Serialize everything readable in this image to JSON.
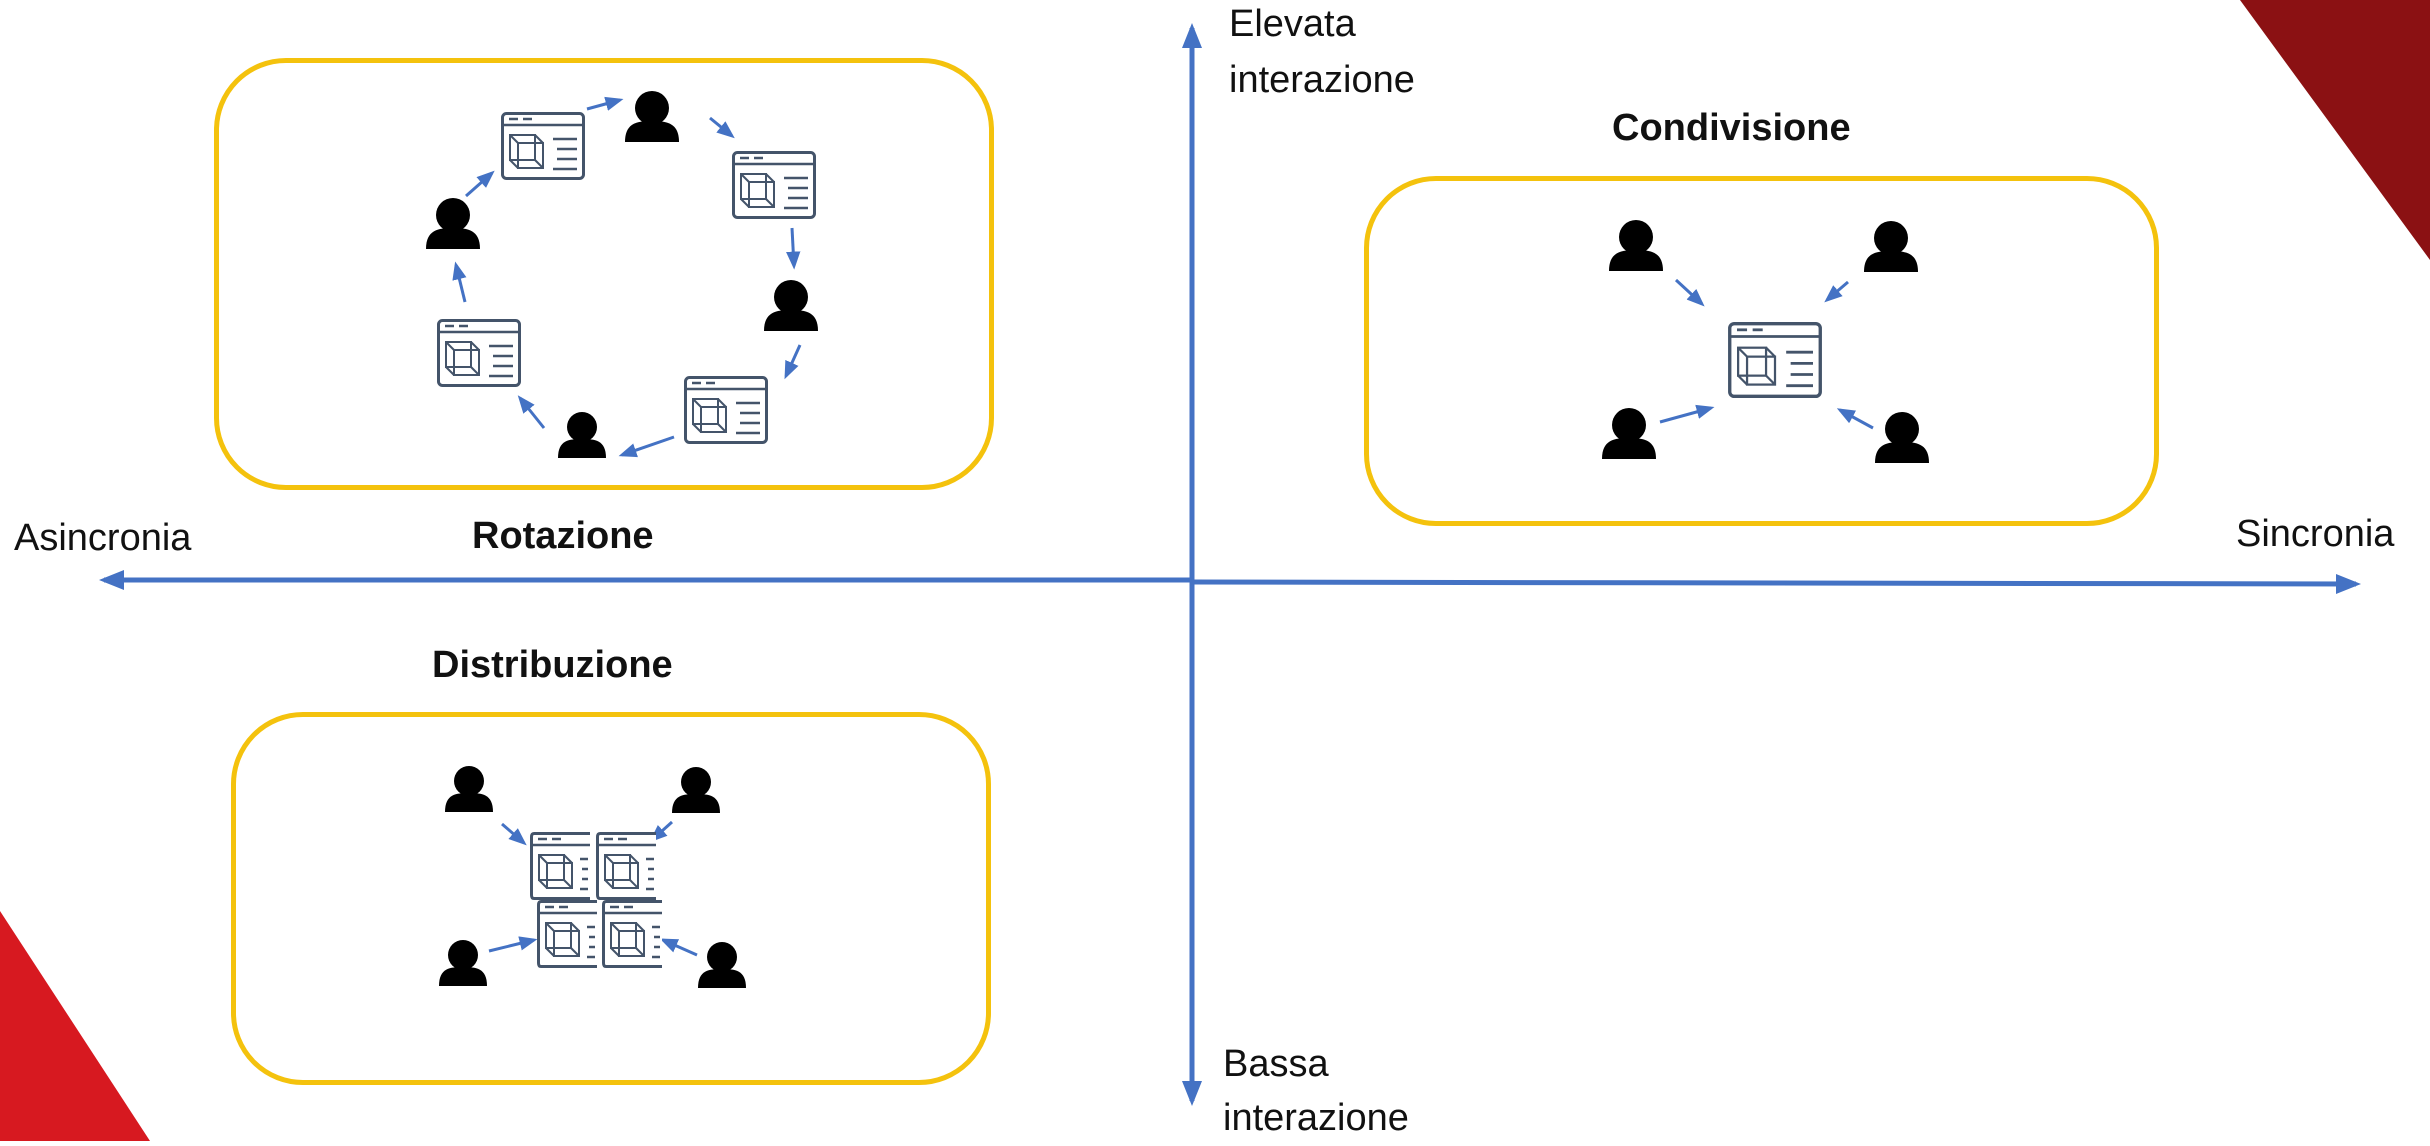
{
  "axes": {
    "left_label": "Asincronia",
    "right_label": "Sincronia",
    "top_label_line1": "Elevata",
    "top_label_line2": "interazione",
    "bottom_label_line1": "Bassa",
    "bottom_label_line2": "interazione",
    "color": "#4472c4"
  },
  "quadrants": {
    "rotazione": {
      "title": "Rotazione"
    },
    "condivisione": {
      "title": "Condivisione"
    },
    "distribuzione": {
      "title": "Distribuzione"
    }
  },
  "colors": {
    "box_border": "#f4c20d",
    "arrow": "#4472c4",
    "person": "#000000",
    "document": "#44546a",
    "corner_top_right": "#8b1113",
    "corner_bottom_left": "#d71920"
  },
  "icons": {
    "person": "person-icon",
    "document": "model-document-icon",
    "arrow": "arrow-icon"
  }
}
